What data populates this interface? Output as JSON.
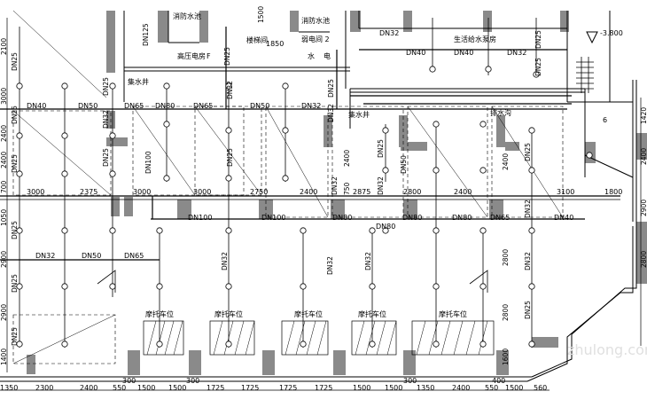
{
  "labels": {
    "top_dn125": "DN125",
    "top_dn25_a": "DN25",
    "top_dn25_b": "DN25",
    "top_dn32_a": "DN32",
    "top_dn40_a": "DN40",
    "top_dn40_b": "DN40",
    "top_dn32_b": "DN32",
    "top_dn25_c": "DN25",
    "elev": "-3.800",
    "dim_1850": "1850",
    "dim_1500": "1500",
    "room_pump": "生活给水泵房",
    "room_fire1": "消防水池",
    "room_fire2": "消防水池",
    "room_water": "集水井",
    "room_stair": "楼梯间",
    "room_elec": "高压电房",
    "room_elec2": "弱电间 2",
    "room_e": "电",
    "room_f": "F",
    "room_shui": "水",
    "room_jishui": "集水井",
    "room_jishui2": "集水井",
    "room_jishui3": "排水沟",
    "stair_num": "6",
    "dn_row": [
      "DN40",
      "DN50",
      "DN65",
      "DN80",
      "DN65",
      "DN50",
      "DN32",
      "DN32",
      "DN25"
    ],
    "dn_row2": [
      "DN100",
      "DN100",
      "DN80",
      "DN80",
      "DN80",
      "DN65",
      "DN32",
      "DN40"
    ],
    "dn_row3": [
      "DN32",
      "DN50",
      "DN65"
    ],
    "dn80_mid": "DN80",
    "vert_dn": [
      "DN25",
      "DN32",
      "DN25",
      "DN100",
      "DN25",
      "DN32",
      "DN25",
      "DN50",
      "DN32",
      "DN25",
      "DN25",
      "DN25",
      "DN32",
      "DN32",
      "DN32",
      "DN32",
      "DN25",
      "DN25",
      "DN25",
      "DN25",
      "DN25",
      "DN32"
    ],
    "dim_h1": [
      "3000",
      "2375",
      "3000",
      "3000",
      "2750",
      "2400",
      "2875",
      "2800",
      "2400",
      "3100",
      "1800"
    ],
    "dim_bottom": [
      "1350",
      "2300",
      "2400",
      "550",
      "1500",
      "1500",
      "1725",
      "1725",
      "1725",
      "1725",
      "1500",
      "1500",
      "1350",
      "2400",
      "550",
      "1500",
      "560"
    ],
    "dim_bottom_top": [
      "300",
      "300",
      "300",
      "400"
    ],
    "dim_left": [
      "2100",
      "3000",
      "2400",
      "2400",
      "700",
      "1050",
      "2900",
      "2900",
      "1400"
    ],
    "dim_right": [
      "1420",
      "2400",
      "2900",
      "2800"
    ],
    "dim_mid_v": [
      "2400",
      "2400",
      "2800",
      "2800",
      "1600"
    ],
    "dim_750": "750",
    "parking": [
      "摩托车位",
      "摩托车位",
      "摩托车位",
      "摩托车位",
      "摩托车位"
    ],
    "watermark": "zhulong.com"
  }
}
